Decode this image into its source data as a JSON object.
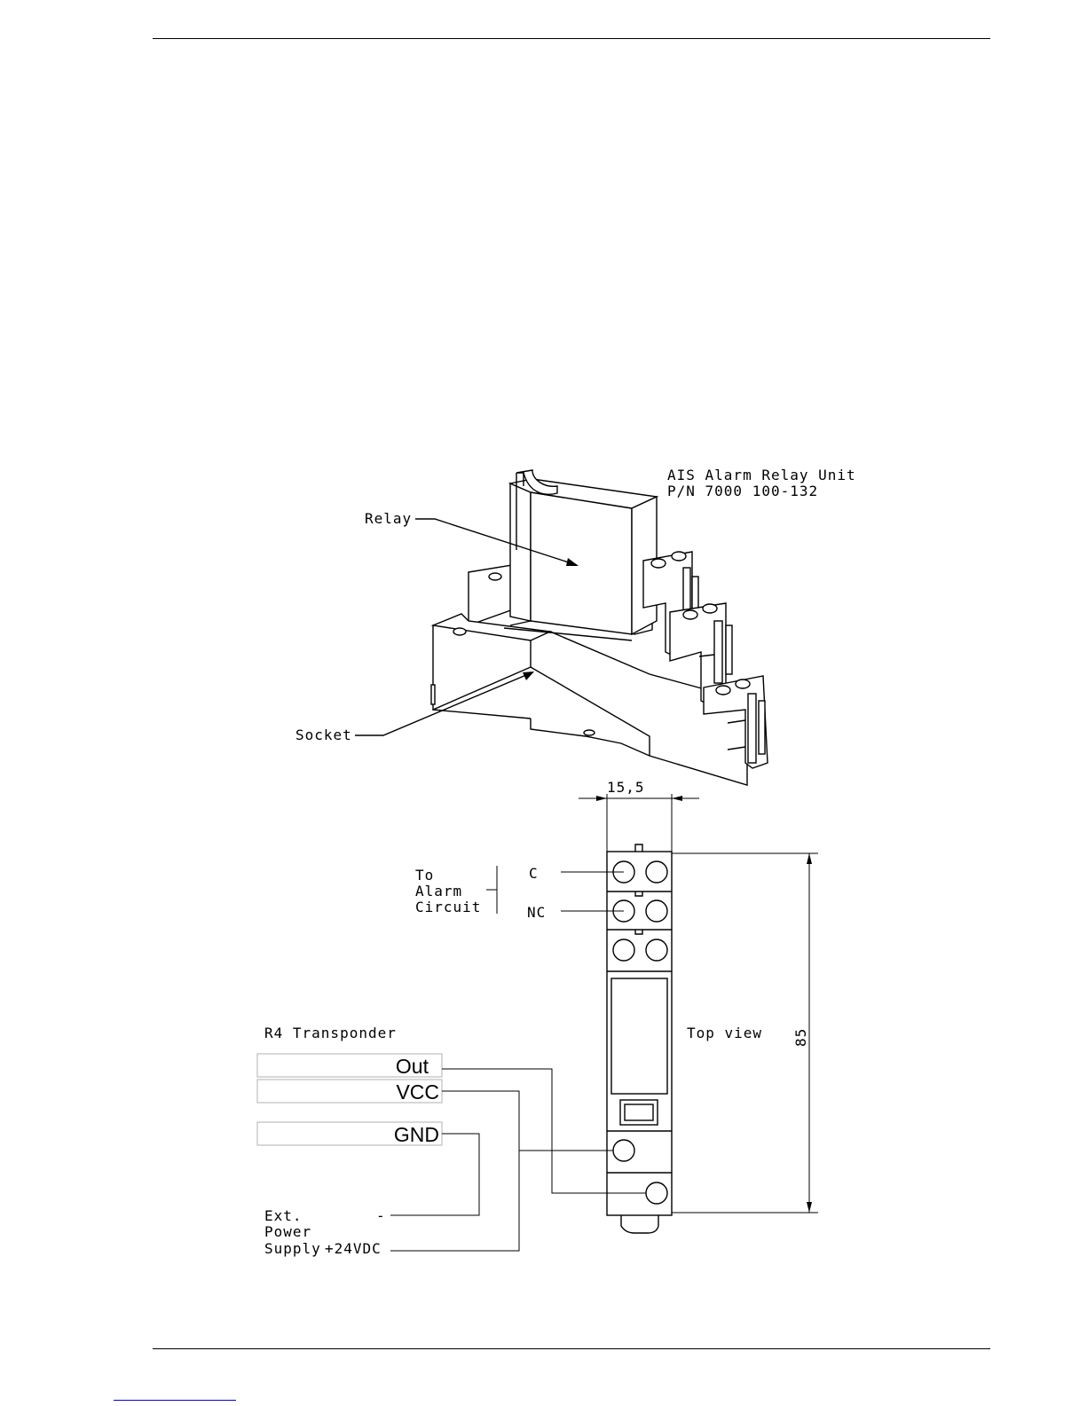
{
  "title": {
    "line1": "AIS Alarm Relay Unit",
    "line2": "P/N 7000 100-132"
  },
  "callouts": {
    "relay": "Relay",
    "socket": "Socket"
  },
  "dimensions": {
    "width": "15,5",
    "height": "85"
  },
  "alarm": {
    "label_line1": "To",
    "label_line2": "Alarm",
    "label_line3": "Circuit",
    "terminal_c": "C",
    "terminal_nc": "NC"
  },
  "top_view": "Top view",
  "transponder": {
    "title": "R4 Transponder",
    "pins": [
      "Out",
      "VCC",
      "GND"
    ]
  },
  "power": {
    "line1": "Ext.",
    "line2": "Power",
    "line3": "Supply",
    "minus": "-",
    "plus": "+24VDC"
  }
}
